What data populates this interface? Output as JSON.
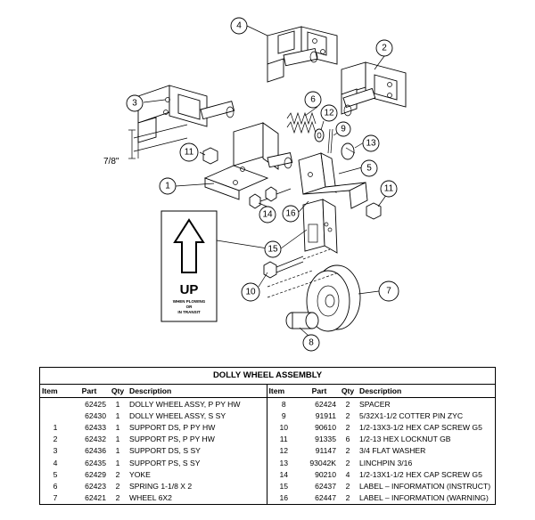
{
  "diagram": {
    "callouts": [
      {
        "num": "1"
      },
      {
        "num": "2"
      },
      {
        "num": "3"
      },
      {
        "num": "4"
      },
      {
        "num": "5"
      },
      {
        "num": "6"
      },
      {
        "num": "7"
      },
      {
        "num": "8"
      },
      {
        "num": "9"
      },
      {
        "num": "10"
      },
      {
        "num": "11"
      },
      {
        "num": "11"
      },
      {
        "num": "12"
      },
      {
        "num": "13"
      },
      {
        "num": "14"
      },
      {
        "num": "15"
      },
      {
        "num": "16"
      }
    ],
    "dimension": "7/8\"",
    "label_sign": {
      "up": "UP",
      "line1": "WHEN PLOWING",
      "line2": "OR",
      "line3": "IN TRANSIT"
    }
  },
  "table": {
    "title": "DOLLY WHEEL ASSEMBLY",
    "headers": {
      "item": "Item",
      "part": "Part",
      "qty": "Qty",
      "description": "Description"
    },
    "left_rows": [
      {
        "item": "",
        "part": "62425",
        "qty": "1",
        "desc": "DOLLY WHEEL ASSY, P PY HW"
      },
      {
        "item": "",
        "part": "62430",
        "qty": "1",
        "desc": "DOLLY WHEEL ASSY, S SY"
      },
      {
        "item": "1",
        "part": "62433",
        "qty": "1",
        "desc": "SUPPORT DS, P PY HW"
      },
      {
        "item": "2",
        "part": "62432",
        "qty": "1",
        "desc": "SUPPORT PS, P PY HW"
      },
      {
        "item": "3",
        "part": "62436",
        "qty": "1",
        "desc": "SUPPORT DS, S SY"
      },
      {
        "item": "4",
        "part": "62435",
        "qty": "1",
        "desc": "SUPPORT PS, S SY"
      },
      {
        "item": "5",
        "part": "62429",
        "qty": "2",
        "desc": "YOKE"
      },
      {
        "item": "6",
        "part": "62423",
        "qty": "2",
        "desc": "SPRING 1-1/8 X 2"
      },
      {
        "item": "7",
        "part": "62421",
        "qty": "2",
        "desc": "WHEEL 6X2"
      }
    ],
    "right_rows": [
      {
        "item": "8",
        "part": "62424",
        "qty": "2",
        "desc": "SPACER"
      },
      {
        "item": "9",
        "part": "91911",
        "qty": "2",
        "desc": "5/32X1-1/2 COTTER PIN ZYC"
      },
      {
        "item": "10",
        "part": "90610",
        "qty": "2",
        "desc": "1/2-13X3-1/2 HEX CAP SCREW G5"
      },
      {
        "item": "11",
        "part": "91335",
        "qty": "6",
        "desc": "1/2-13 HEX LOCKNUT GB"
      },
      {
        "item": "12",
        "part": "91147",
        "qty": "2",
        "desc": "3/4 FLAT WASHER"
      },
      {
        "item": "13",
        "part": "93042K",
        "qty": "2",
        "desc": "LINCHPIN 3/16"
      },
      {
        "item": "14",
        "part": "90210",
        "qty": "4",
        "desc": "1/2-13X1-1/2 HEX CAP SCREW G5"
      },
      {
        "item": "15",
        "part": "62437",
        "qty": "2",
        "desc": "LABEL – INFORMATION (INSTRUCT)"
      },
      {
        "item": "16",
        "part": "62447",
        "qty": "2",
        "desc": "LABEL – INFORMATION (WARNING)"
      }
    ]
  }
}
